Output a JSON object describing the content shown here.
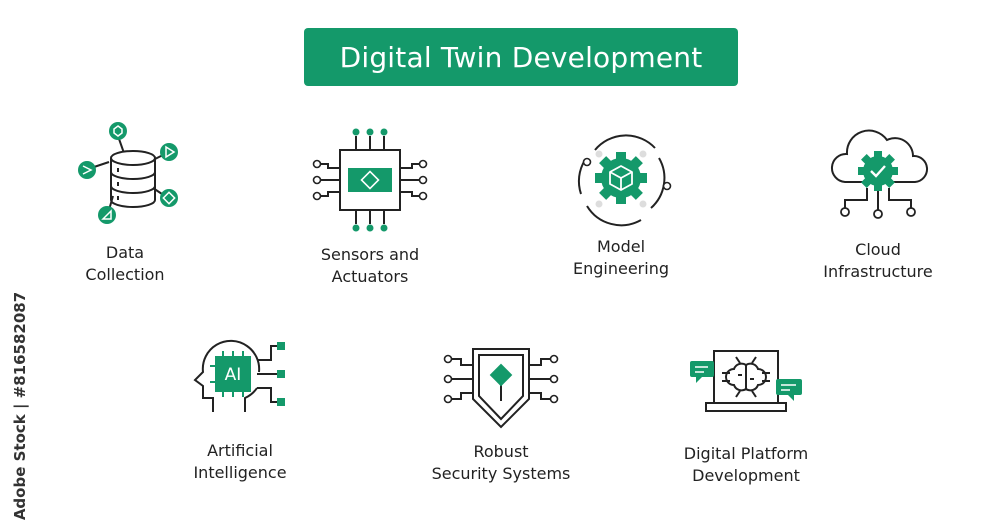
{
  "title": "Digital Twin Development",
  "accent_color": "#14996a",
  "watermark": "Adobe Stock | #816582087",
  "items": [
    {
      "line1": "Data",
      "line2": "Collection",
      "icon": "database-icon"
    },
    {
      "line1": "Sensors and",
      "line2": "Actuators",
      "icon": "microchip-icon"
    },
    {
      "line1": "Model",
      "line2": "Engineering",
      "icon": "gear-cube-icon"
    },
    {
      "line1": "Cloud",
      "line2": "Infrastructure",
      "icon": "cloud-gear-icon"
    },
    {
      "line1": "Artificial",
      "line2": "Intelligence",
      "icon": "ai-head-icon"
    },
    {
      "line1": "Robust",
      "line2": "Security Systems",
      "icon": "shield-circuit-icon"
    },
    {
      "line1": "Digital Platform",
      "line2": "Development",
      "icon": "laptop-brain-icon"
    }
  ]
}
